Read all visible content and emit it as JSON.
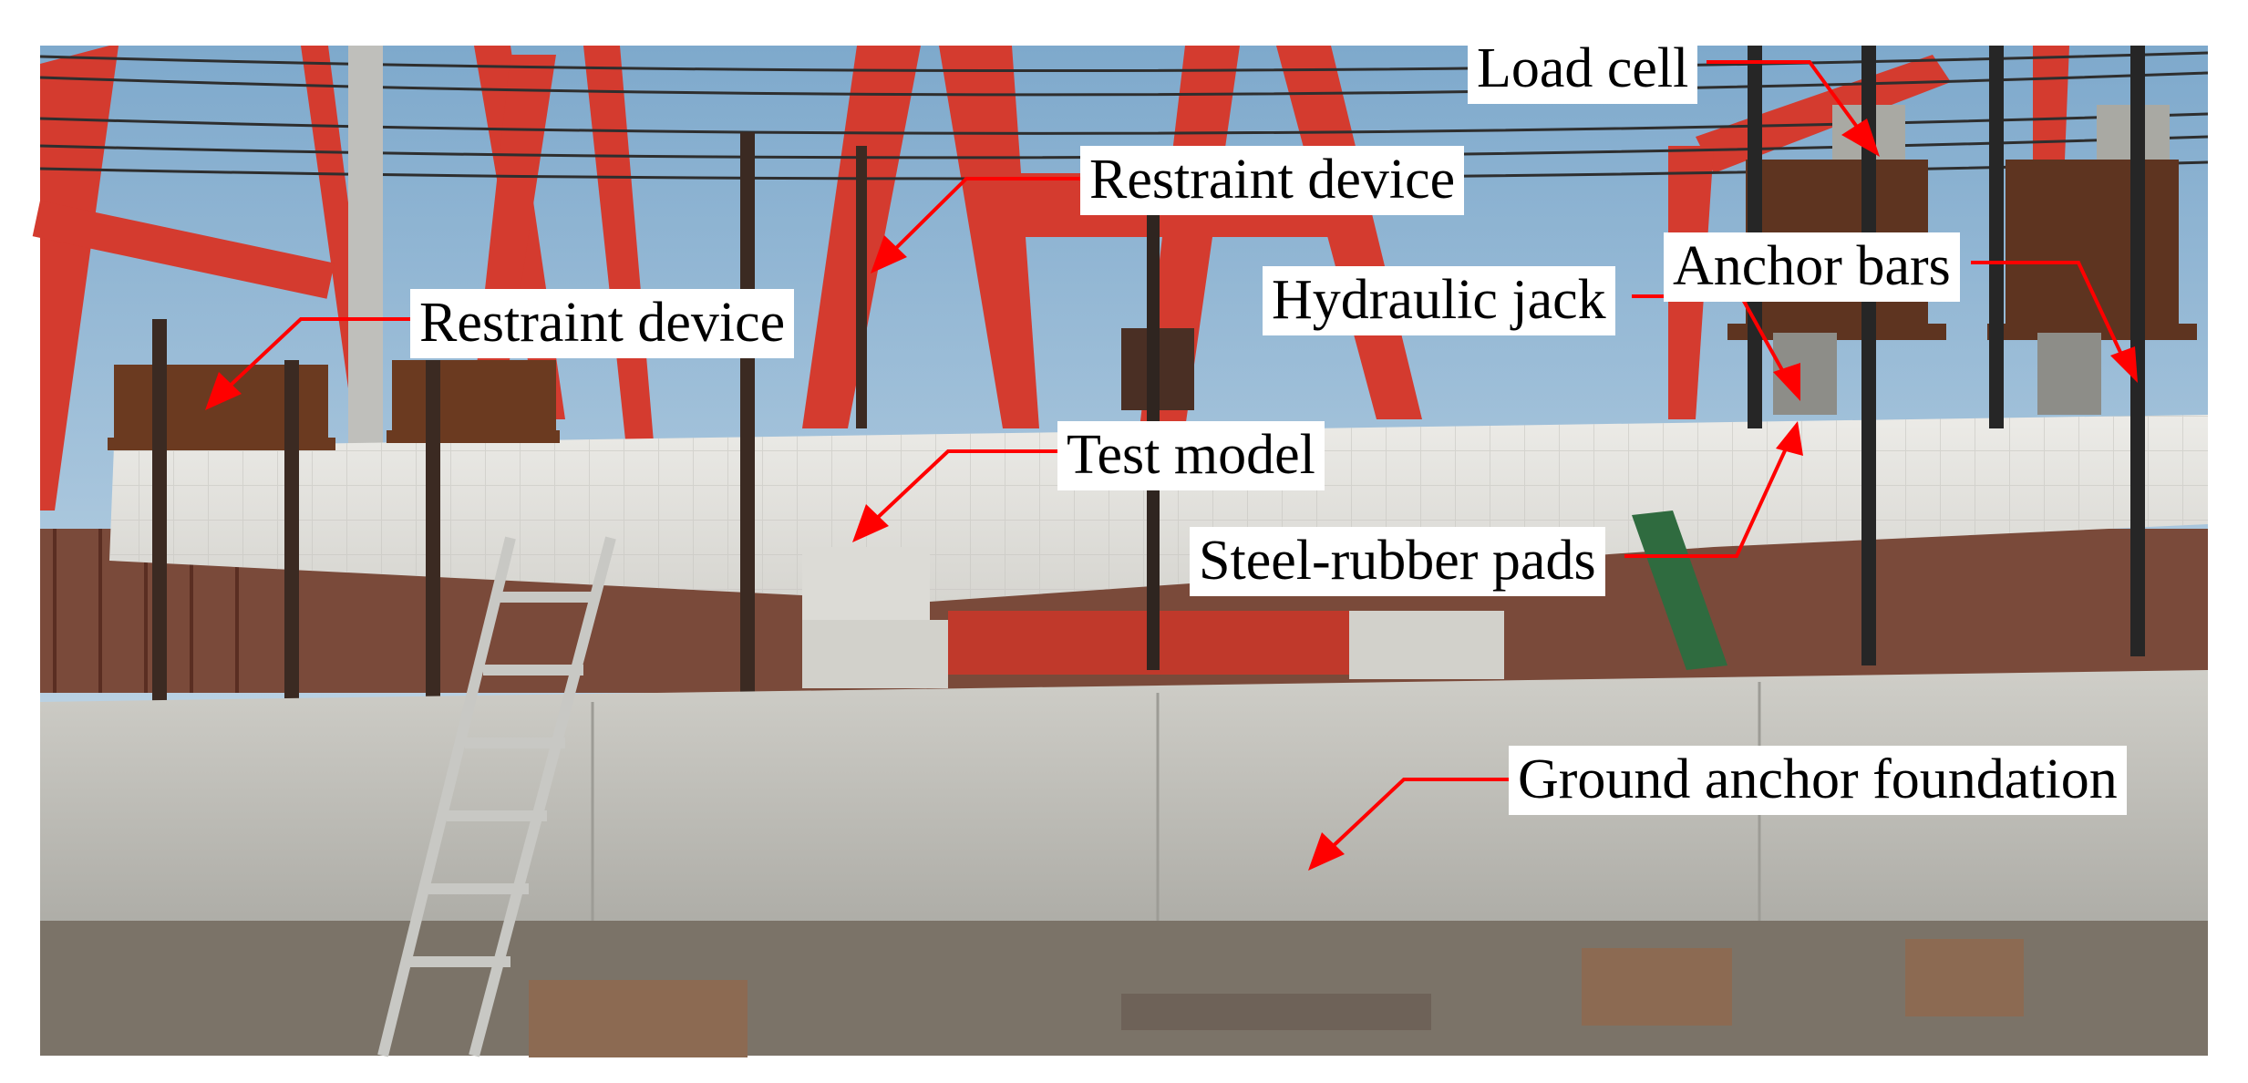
{
  "labels": {
    "load_cell": "Load cell",
    "restraint_device_center": "Restraint device",
    "restraint_device_left": "Restraint device",
    "hydraulic_jack": "Hydraulic jack",
    "anchor_bars": "Anchor bars",
    "test_model": "Test model",
    "steel_rubber_pads": "Steel-rubber pads",
    "ground_anchor_foundation": "Ground anchor foundation"
  },
  "colors": {
    "leader_line": "#ff0000",
    "arrowhead": "#ff0000",
    "label_background": "#ffffff",
    "label_text": "#000000",
    "sky": "#8fb6d6",
    "crane_red": "#d43b2f",
    "concrete_light": "#e2e2de",
    "concrete_foundation": "#bdbcb6",
    "steel_rust": "#6b3a20"
  }
}
